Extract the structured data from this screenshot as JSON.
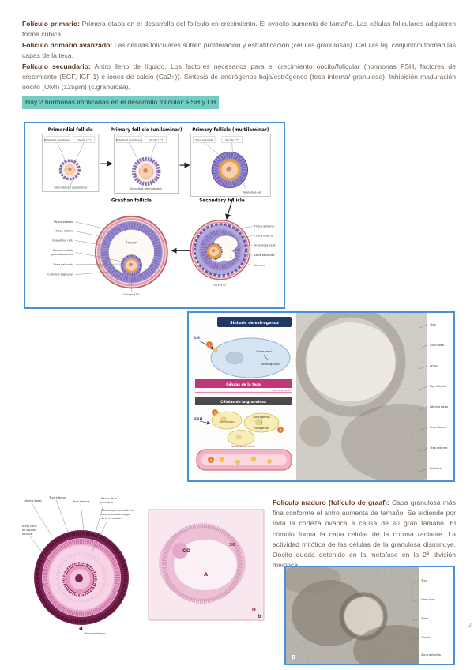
{
  "page": {
    "number": "2"
  },
  "intro": {
    "p1_lead": "Folículo primario:",
    "p1_body": " Primera etapa en el desarrollo del folículo en crecimiento. El ovocito aumenta de tamaño. Las células foliculares adquieren forma cúbica.",
    "p2_lead": "Folículo primario avanzado:",
    "p2_body": " Las células foliculares sufren proliferación y estratificación (células granulosas). Células tej. conjuntivo forman las capas de la teca.",
    "p3_lead": "Folículo secundario:",
    "p3_body": " Antro lleno de líquido. Los factores necesarios para el crecimiento oocito/folicular (hormonas FSH, factores de crecimiento (EGF, IGF-1) e iones de calcio (Ca2+)). Síntesis de andrógenos baja/estrógenos (teca interna/ granulosa). Inhibición maduración oocito (OMI) (125μm) (c.granulosa).",
    "highlight": "Hay 2 hormonas implicadas en el desarrollo folicular: FSH y LH"
  },
  "maduro": {
    "lead": "Folículo maduro (folículo de graaf):",
    "body": " Capa granulosa más fina conforme el antro aumenta de tamaño. Se extiende por toda la corteza ovárica a causa de su gran tamaño. El cúmulo forma la capa celular de la corona radiante. La actividad mitótica de las células de la granulosa disminuye. Oocito queda detenido en la metafase en la 2ª división meiótica."
  },
  "fig1": {
    "titles": [
      "Primordial follicle",
      "Primary follicle (unilaminar)",
      "Primary follicle (multilaminar)",
      "Graafian follicle",
      "Secondary follicle"
    ],
    "p1_labels": [
      "Basement membrane",
      "Oocyte (1°)",
      "Follicular cell (squamous)"
    ],
    "p2_labels": [
      "Basement membrane",
      "Oocyte (1°)",
      "Granulosa cell (cuboidal)"
    ],
    "p3_labels": [
      "Zona pellucida",
      "Oocyte (1°)",
      "Granulosa cell"
    ],
    "graafian_labels": [
      "Theca externa",
      "Theca interna",
      "Granulosa cells",
      "Corona radiata",
      "(granulosa cells)",
      "Zona pellucida",
      "Cumulus oophorus",
      "Antrum",
      "Oocyte (1°)"
    ],
    "secondary_labels": [
      "Theca externa",
      "Theca interna",
      "Granulosa cells",
      "Zona pellucida",
      "Antrum",
      "Oocyte (1°)"
    ]
  },
  "fig2": {
    "header": "Síntesis de estrógenos",
    "lh": "LH",
    "fsh": "FSH",
    "theca_banner": "Células de la teca",
    "granulosa_banner": "Células de la granulosa",
    "lamina": "Lámina basal",
    "colesterol": "Colesterol",
    "androgenos": "Andrógenos",
    "estrogenos": "Estrógenos",
    "aromatasa": "Aromatasa",
    "vaso": "Vaso sanguíneo",
    "steps": [
      "1",
      "2",
      "3",
      "4"
    ],
    "photo_labels": [
      "Teca",
      "Granulosa",
      "Antro",
      "Líq. folicular",
      "Lámina basal",
      "Teca interna",
      "Teca externa",
      "Estroma"
    ]
  },
  "fig3": {
    "lamina_basal": "Lámina basal",
    "teca_interna": "Teca interna",
    "teca_externa": "Teca externa",
    "granulosa_l1": "Células de la",
    "granulosa_l2": "granulosa",
    "corona_l1": "Células que formarán la",
    "corona_l2": "corona radiada luego",
    "corona_l3": "de la ovulación",
    "antro_l1": "Antro lleno",
    "antro_l2": "de líquido",
    "antro_l3": "folicular",
    "letter_a": "a",
    "disco": "Disco prolígero",
    "co": "CO",
    "sg": "SG",
    "a_letter": "A",
    "ti": "TI",
    "letter_b": "b"
  },
  "fig4": {
    "labels": [
      "Teca",
      "Granulosa",
      "Antro",
      "Oocito",
      "Zona pelúcida"
    ],
    "letter": "B"
  }
}
